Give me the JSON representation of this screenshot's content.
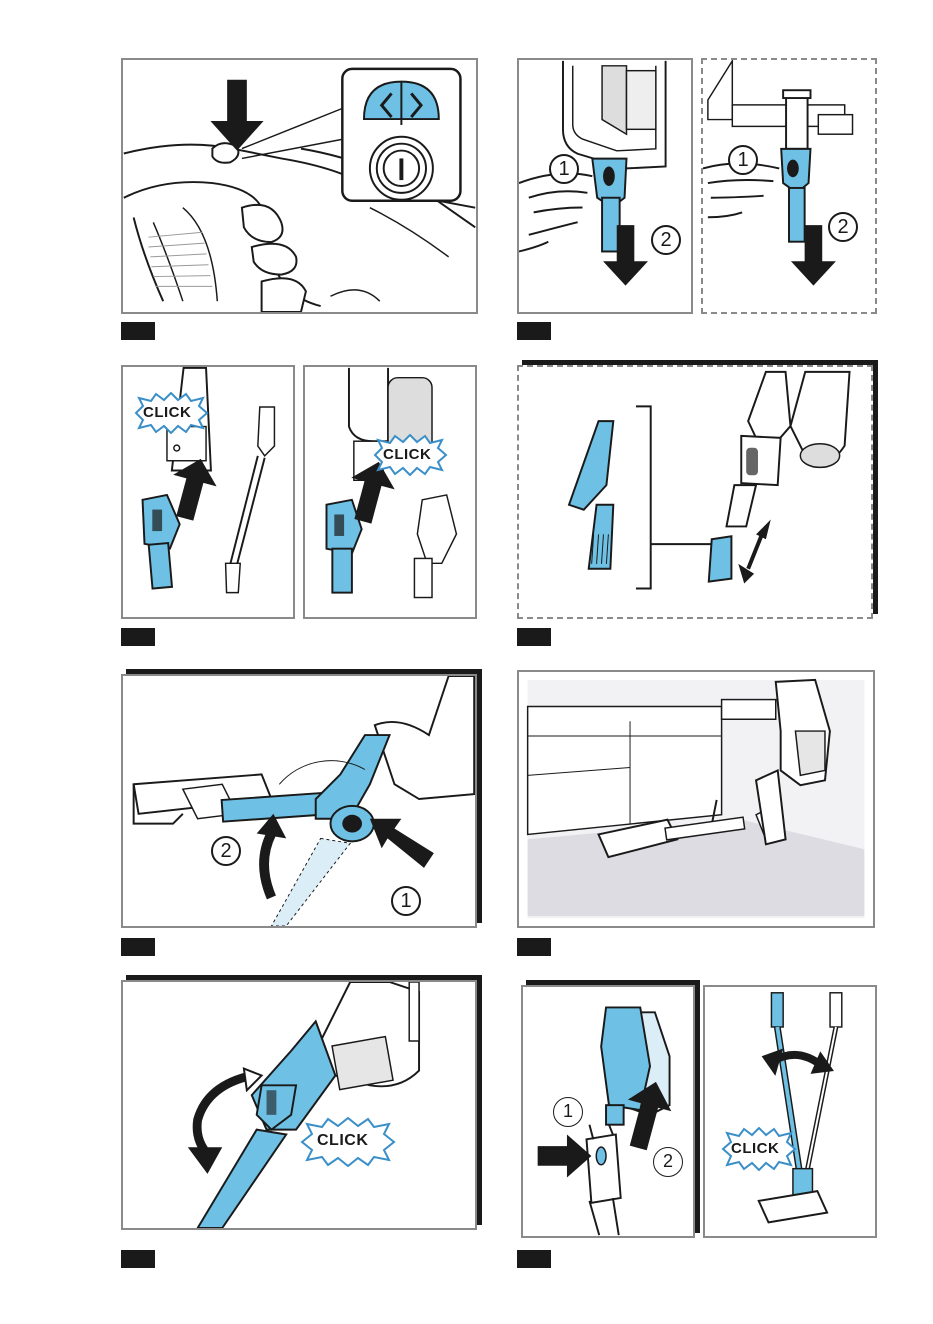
{
  "labels": {
    "click": "CLICK",
    "one": "1",
    "two": "2"
  },
  "colors": {
    "accent_blue": "#6ec1e4",
    "outline": "#1a1a1a",
    "frame": "#8a8a8a",
    "burst_stroke": "#3a8fc9"
  },
  "icons": [
    "down-arrow-icon",
    "up-arrow-icon",
    "curved-arrow-icon",
    "double-arrow-icon",
    "power-button-icon",
    "chevron-left-icon",
    "chevron-right-icon"
  ]
}
